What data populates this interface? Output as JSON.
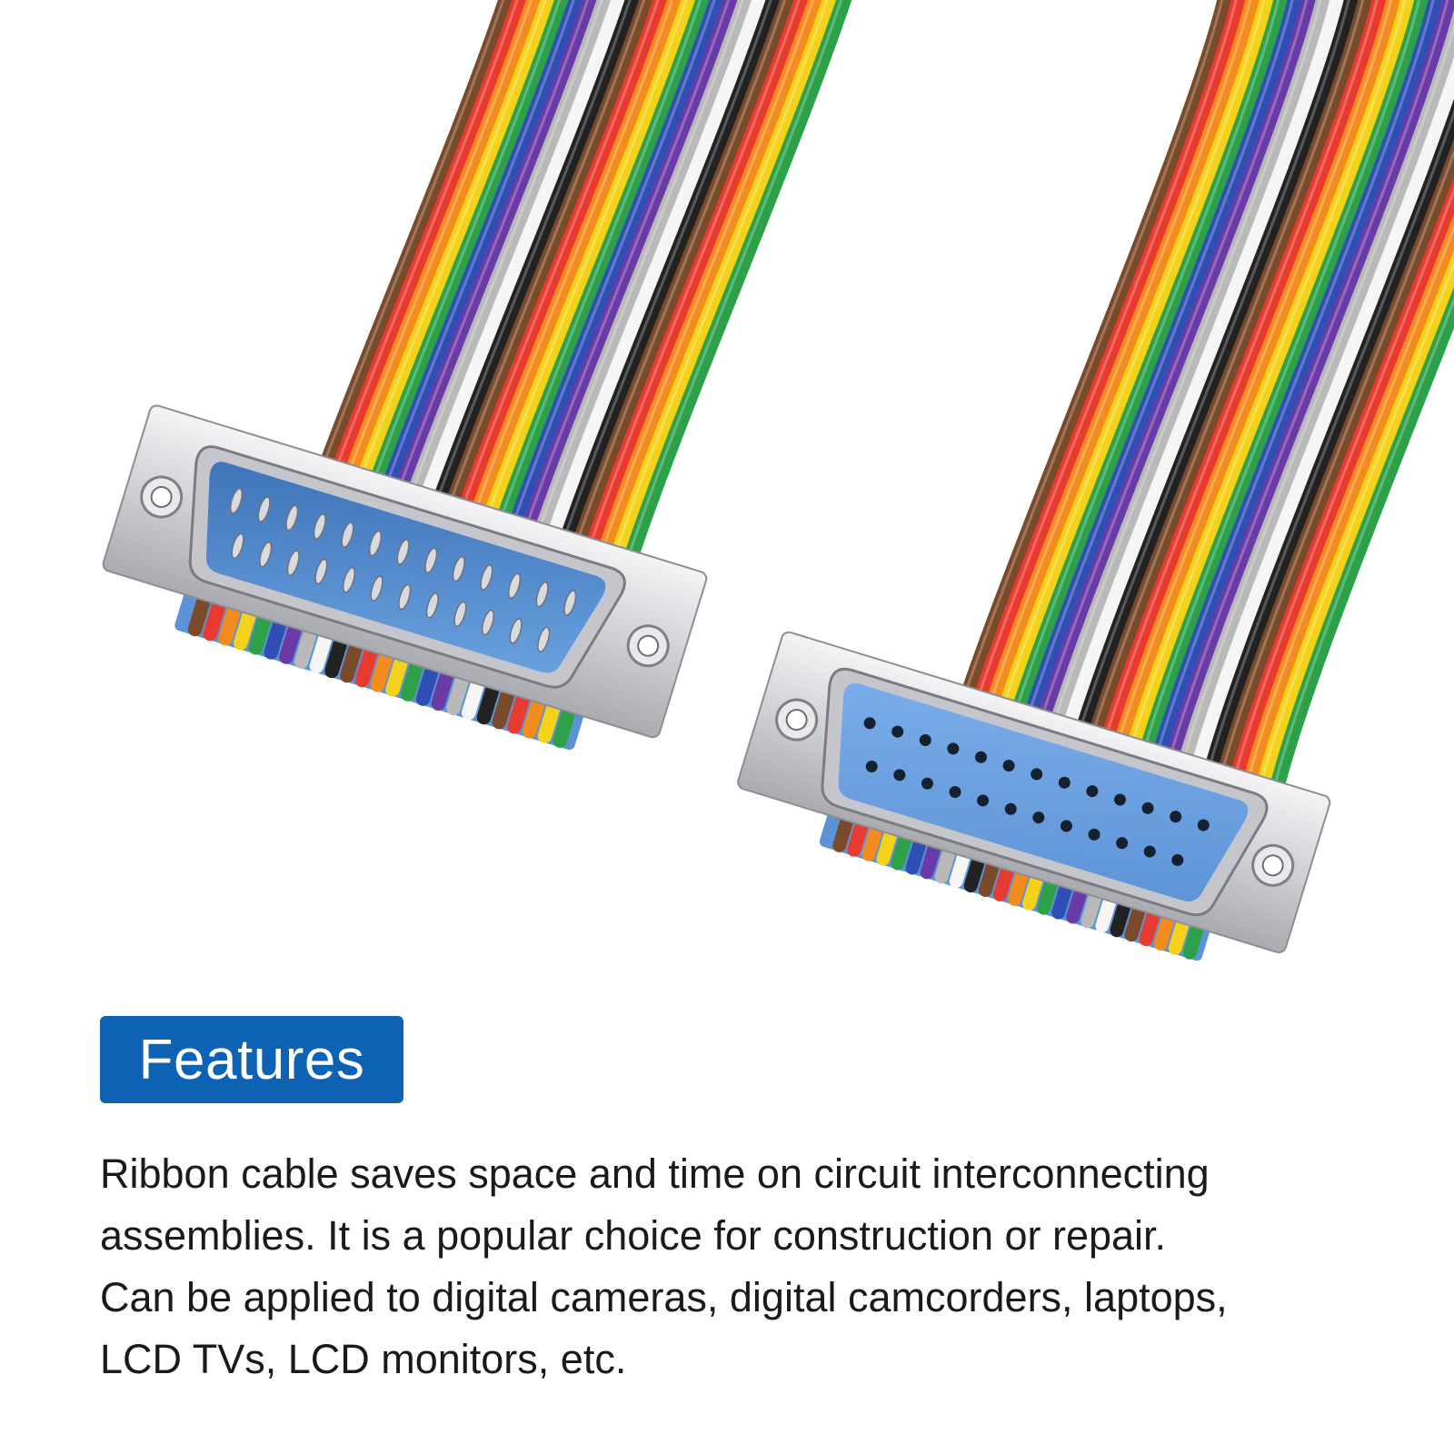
{
  "colors": {
    "badge_bg": "#0d62b4",
    "connector_blue": "#5a94d6",
    "connector_metal": "#d8d8dc",
    "ribbon_colors": [
      "#7a4a2a",
      "#e83a2e",
      "#f28c1e",
      "#f5d21a",
      "#2ca14a",
      "#2f4fb4",
      "#6a3ba6",
      "#b9b9b9",
      "#f5f5f5",
      "#222222"
    ]
  },
  "photo": {
    "male_connector_pins": 25,
    "female_connector_holes": 25
  },
  "features": {
    "heading": "Features",
    "lines": [
      "Ribbon cable saves space and time on circuit interconnecting",
      "assemblies.  It is a popular choice for construction or repair.",
      "Can be applied to digital cameras, digital camcorders, laptops,",
      "LCD TVs, LCD monitors, etc."
    ]
  }
}
